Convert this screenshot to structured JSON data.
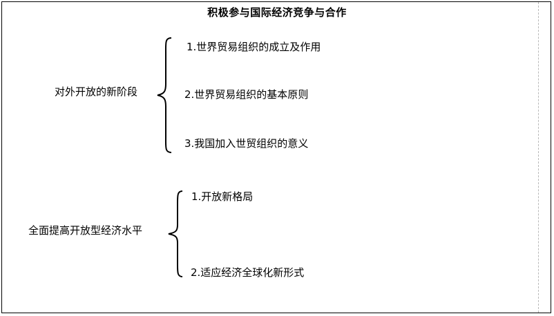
{
  "title": "积极参与国际经济竞争与合作",
  "sections": [
    {
      "topic": "对外开放的新阶段",
      "items": [
        "1.世界贸易组织的成立及作用",
        "2.世界贸易组织的基本原则",
        "3.我国加入世贸组织的意义"
      ]
    },
    {
      "topic": "全面提高开放型经济水平",
      "items": [
        "1.开放新格局",
        "2.适应经济全球化新形式"
      ]
    }
  ]
}
